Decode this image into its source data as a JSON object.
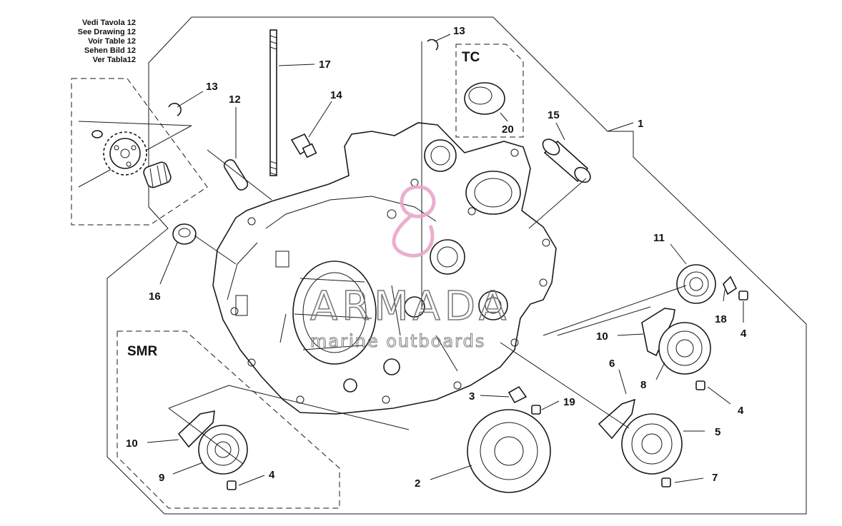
{
  "reference_note": {
    "lines": [
      "Vedi Tavola 12",
      "See Drawing 12",
      "Voir Table 12",
      "Sehen Bild 12",
      "Ver Tabla12"
    ]
  },
  "boxes": {
    "tc": "TC",
    "smr": "SMR"
  },
  "watermark": {
    "brand": "ARMADA",
    "tagline": "marine outboards",
    "color": "#e9a6c9"
  },
  "callouts": {
    "p1": "1",
    "p2": "2",
    "p3": "3",
    "p4a": "4",
    "p4b": "4",
    "p4c": "4",
    "p5": "5",
    "p6": "6",
    "p7": "7",
    "p8": "8",
    "p9": "9",
    "p10a": "10",
    "p10b": "10",
    "p11": "11",
    "p12": "12",
    "p13a": "13",
    "p13b": "13",
    "p14": "14",
    "p15": "15",
    "p16": "16",
    "p17": "17",
    "p18": "18",
    "p19": "19",
    "p20": "20"
  }
}
